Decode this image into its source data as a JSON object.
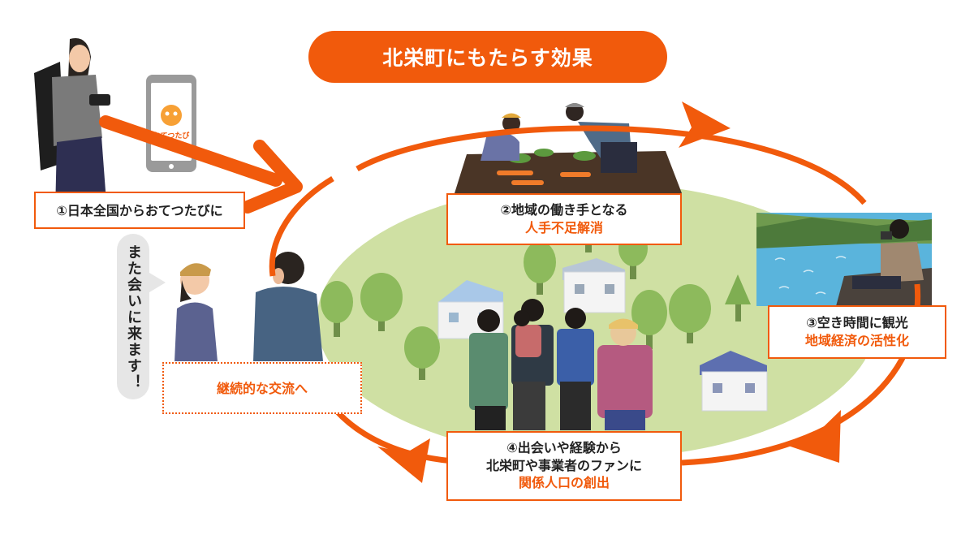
{
  "title": "北栄町にもたらす効果",
  "app_label": "おてつたび",
  "speech": "また会いに来ます！",
  "steps": {
    "s1": {
      "text": "①日本全国からおてつたびに"
    },
    "s2": {
      "text": "②地域の働き手となる",
      "accent": "人手不足解消"
    },
    "s3": {
      "text": "③空き時間に観光",
      "accent": "地域経済の活性化"
    },
    "s4": {
      "text1": "④出会いや経験から",
      "text2": "北栄町や事業者のファンに",
      "accent": "関係人口の創出"
    },
    "s5": {
      "accent": "継続的な交流へ"
    }
  },
  "colors": {
    "accent": "#f15a0c",
    "field": "#cfe0a3",
    "tree": "#8dba5c",
    "lake": "#5ab4dc",
    "soil": "#4a3526"
  }
}
